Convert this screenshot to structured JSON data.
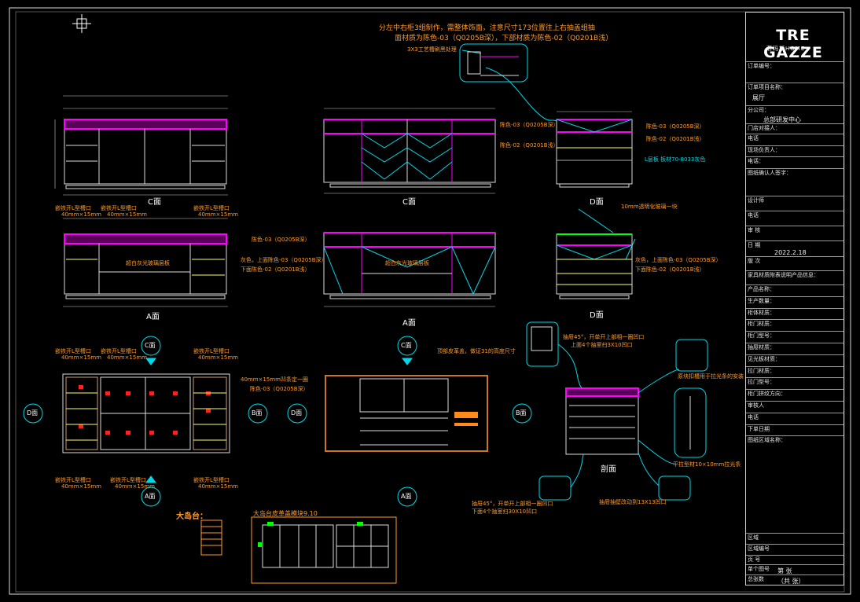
{
  "notes": {
    "top_line1": "分左中右柜3组制作，需整体饰面，注意尺寸173位置往上右抽盖组抽",
    "top_line2": "面材质为陈色-03（Q0205B深），下部材质为陈色-02（Q0201B浅）",
    "gap_note": "3X3工艺槽刷黑处理",
    "c_view_glass": "10mm透明化玻璃一块",
    "a_view_top": "陈色-03（Q0205B深）",
    "a_view_front": "超白灰光玻璃层板",
    "a_view_right1": "灰色，上面陈色-03（Q0205B深）",
    "a_view_right2": "下面陈色-02（Q0201B浅）",
    "d_view_right1": "灰色，上面陈色-03（Q0205B深）",
    "d_view_right2": "下面陈色-02（Q0201B浅）",
    "c_view_label1": "陈色-03（Q0205B深）",
    "c_view_label2": "陈色-02（Q0201B浅）",
    "c_view_label3": "L层板 板材70-8033灰色",
    "plan_note1": "嵌铁开L型槽口",
    "plan_note_size": "40mm×15mm",
    "plan_top_right": "40mm×15mm凹条定一圈",
    "plan_top_right2": "陈色-03（Q0205B深）",
    "floor_note": "顶部皮革盖，做证31的高度尺寸",
    "side_note1": "抽屉45°，开单开上部相一圈凹口",
    "side_note2": "上面4个抽室扫3X10凹口",
    "side_note3": "原块扣槽用于拉光条的安装",
    "side_note4": "平拉型材10×10mm拉光条",
    "side_note5": "抽屉45°，开单开上部相一圈凹口",
    "side_note6": "下面4个抽室扫30X10凹口",
    "side_note7": "抽屉抽壁改动到13X13凹口",
    "big_island": "大岛台：",
    "leather_title": "大岛台皮革盖模块9.10",
    "a_view_top_glass": "10mm透明化玻璃一块"
  },
  "view_labels": {
    "c1": "C面",
    "c2": "C面",
    "d1": "D面",
    "a1": "A面",
    "a2": "A面",
    "d2": "D面",
    "plan_c": "C面",
    "plan_a": "A面",
    "plan_b": "B面",
    "plan_d": "D面",
    "section": "剖面"
  },
  "title_block": {
    "logo": "TRE GAZZE",
    "logo_sub": "菲玛斯HOME",
    "rows": [
      {
        "label": "订单编号：",
        "value": ""
      },
      {
        "label": "订单项目名称：",
        "value": "展厅"
      },
      {
        "label": "分公司：",
        "value": "总部研发中心"
      },
      {
        "label": "门店对接人：",
        "value": ""
      },
      {
        "label": "电话",
        "value": ""
      },
      {
        "label": "现场负责人：",
        "value": ""
      },
      {
        "label": "电话：",
        "value": ""
      },
      {
        "label": "图纸确认人签字：",
        "value": ""
      },
      {
        "label": "设计师",
        "value": ""
      },
      {
        "label": "电话",
        "value": ""
      },
      {
        "label": "审 核",
        "value": ""
      },
      {
        "label": "日 期",
        "value": "2022.2.18"
      },
      {
        "label": "版 次",
        "value": ""
      },
      {
        "label": "家具材质附表说明产品信息：",
        "value": ""
      },
      {
        "label": "产品名称：",
        "value": ""
      },
      {
        "label": "生产数量：",
        "value": ""
      },
      {
        "label": "柜体材质：",
        "value": ""
      },
      {
        "label": "柜门材质：",
        "value": ""
      },
      {
        "label": "柜门型号：",
        "value": ""
      },
      {
        "label": "抽屉材质：",
        "value": ""
      },
      {
        "label": "见光板材质：",
        "value": ""
      },
      {
        "label": "拉门材质：",
        "value": ""
      },
      {
        "label": "拉门型号：",
        "value": ""
      },
      {
        "label": "柜门拼纹方向：",
        "value": ""
      },
      {
        "label": "审核人",
        "value": ""
      },
      {
        "label": "电话",
        "value": ""
      },
      {
        "label": "下单日期",
        "value": ""
      },
      {
        "label": "图纸区域名称：",
        "value": ""
      },
      {
        "label": "区域",
        "value": ""
      },
      {
        "label": "区域编号",
        "value": ""
      },
      {
        "label": "页 号",
        "value": ""
      },
      {
        "label": "单个图号",
        "value": "第 张"
      },
      {
        "label": "总张数",
        "value": "（共 张）"
      }
    ]
  },
  "colors": {
    "frame": "#ffffff",
    "outline": "#00d8e8",
    "accent_magenta": "#ff00ff",
    "note": "#ff9a2a",
    "green": "#00ff00",
    "yellow": "#ffff66",
    "red": "#ff2020"
  }
}
